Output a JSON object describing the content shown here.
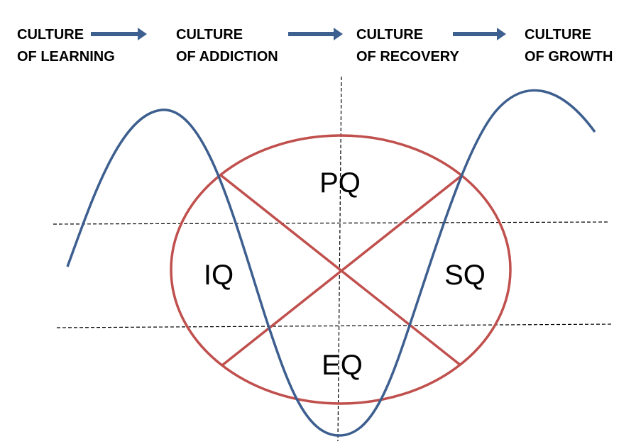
{
  "header": {
    "stages": [
      {
        "line1": "CULTURE",
        "line2": "OF LEARNING"
      },
      {
        "line1": "CULTURE",
        "line2": "OF ADDICTION"
      },
      {
        "line1": "CULTURE",
        "line2": "OF RECOVERY"
      },
      {
        "line1": "CULTURE",
        "line2": "OF GROWTH"
      }
    ]
  },
  "quadrants": {
    "top": "PQ",
    "left": "IQ",
    "right": "SQ",
    "bottom": "EQ"
  },
  "colors": {
    "arrow": "#3d6090",
    "curve": "#3d5f8f",
    "ellipse": "#c0504d",
    "guide": "#000000",
    "text": "#000000"
  }
}
